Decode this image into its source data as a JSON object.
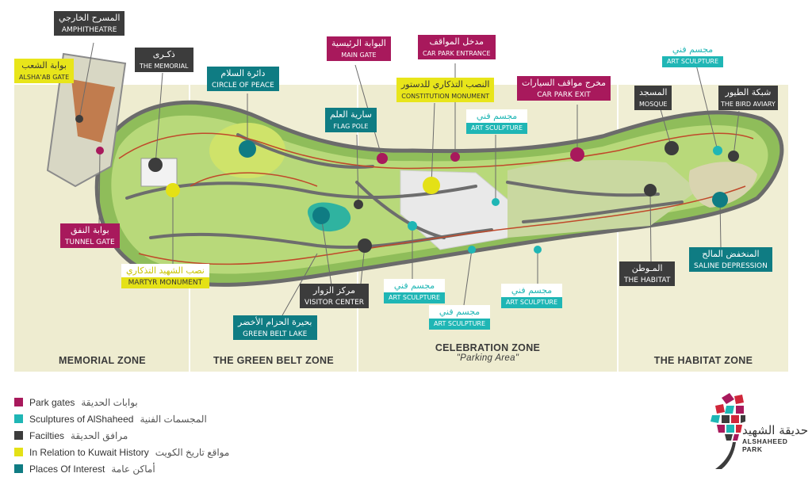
{
  "labels": {
    "amphitheatre": {
      "ar": "المسرح الخارجي",
      "en": "AMPHITHEATRE"
    },
    "alshaab_gate": {
      "ar": "بوابة الشعب",
      "en": "ALSHA'AB GATE"
    },
    "memorial": {
      "ar": "ذكـرى",
      "en": "THE MEMORIAL"
    },
    "circle_of_peace": {
      "ar": "دائرة السلام",
      "en": "CIRCLE OF PEACE"
    },
    "main_gate": {
      "ar": "البوابة الرئيسية",
      "en": "MAIN GATE"
    },
    "car_park_entrance": {
      "ar": "مدخل المواقف",
      "en": "CAR PARK ENTRANCE"
    },
    "constitution_monument": {
      "ar": "النصب التذكاري للدستور",
      "en": "CONSTITUTION MONUMENT"
    },
    "car_park_exit": {
      "ar": "مخرج مواقف السيارات",
      "en": "CAR PARK EXIT"
    },
    "art_sculpture_top": {
      "ar": "مجسم فني",
      "en": "ART SCULPTURE"
    },
    "mosque": {
      "ar": "المسجد",
      "en": "MOSQUE"
    },
    "bird_aviary": {
      "ar": "شبكة الطيور",
      "en": "THE BIRD AVIARY"
    },
    "flag_pole": {
      "ar": "سارية العلم",
      "en": "FLAG POLE"
    },
    "art_sculpture_mid": {
      "ar": "مجسم فني",
      "en": "ART SCULPTURE"
    },
    "tunnel_gate": {
      "ar": "بوابة النفق",
      "en": "TUNNEL GATE"
    },
    "martyr_monument": {
      "ar": "نصب الشهيد التذكاري",
      "en": "MARTYR MONUMENT"
    },
    "visitor_center": {
      "ar": "مركز الزوار",
      "en": "VISITOR CENTER"
    },
    "art_sculpture_low1": {
      "ar": "مجسم فني",
      "en": "ART SCULPTURE"
    },
    "art_sculpture_low2": {
      "ar": "مجسم فني",
      "en": "ART SCULPTURE"
    },
    "art_sculpture_low3": {
      "ar": "مجسم فني",
      "en": "ART SCULPTURE"
    },
    "green_belt_lake": {
      "ar": "بحيرة الحزام الأخضر",
      "en": "GREEN BELT LAKE"
    },
    "the_habitat": {
      "ar": "المـوطن",
      "en": "THE HABITAT"
    },
    "saline_depression": {
      "ar": "المنخفض المالح",
      "en": "SALINE DEPRESSION"
    }
  },
  "zones": {
    "memorial": "MEMORIAL ZONE",
    "green_belt": "THE GREEN BELT ZONE",
    "celebration": "CELEBRATION ZONE",
    "celebration_sub": "\"Parking Area\"",
    "habitat": "THE HABITAT ZONE"
  },
  "legend": [
    {
      "en": "Park gates",
      "ar": "بوابات الحديقة",
      "color": "#a8195c"
    },
    {
      "en": "Sculptures of AlShaheed",
      "ar": "المجسمات الفنية",
      "color": "#1fb6b5"
    },
    {
      "en": "Facilties",
      "ar": "مرافق الحديقة",
      "color": "#3c3c3c"
    },
    {
      "en": "In Relation to Kuwait History",
      "ar": "مواقع تاريخ الكويت",
      "color": "#e4e116"
    },
    {
      "en": "Places Of Interest",
      "ar": "أماكن عامة",
      "color": "#0f7c83"
    }
  ],
  "logo": {
    "ar": "حديقة الشهيد",
    "en_line1": "ALSHAHEED",
    "en_line2": "PARK"
  },
  "colors": {
    "gate": "#a8195c",
    "sculpture": "#1fb6b5",
    "facility": "#3c3c3c",
    "history": "#e4e116",
    "interest": "#0f7c83",
    "zone_bg": "#eeecd0",
    "park_green": "#a9d06a",
    "path": "#6d6d6d"
  }
}
